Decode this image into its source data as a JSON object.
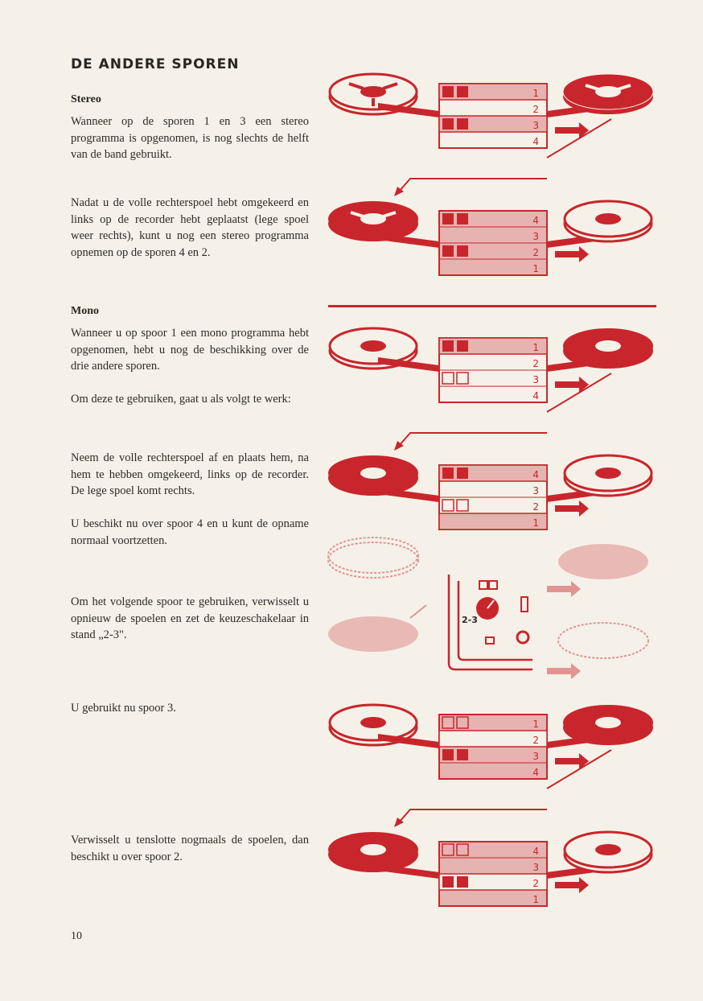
{
  "heading": "DE ANDERE SPOREN",
  "stereo": {
    "title": "Stereo",
    "p1": "Wanneer op de sporen 1 en 3 een stereo programma is opgenomen, is nog slechts de helft van de band gebruikt.",
    "p2": "Nadat u de volle rechterspoel hebt omgekeerd en links op de recorder hebt geplaatst (lege spoel weer rechts), kunt u nog een stereo programma opnemen op de sporen 4 en 2."
  },
  "mono": {
    "title": "Mono",
    "p1": "Wanneer u op spoor 1 een mono programma hebt opgenomen, hebt u nog de beschikking over de drie andere sporen.",
    "p1b": "Om deze te gebruiken, gaat u als volgt te werk:",
    "p2": "Neem de volle rechterspoel af en plaats hem, na hem te hebben omgekeerd, links op de recorder. De lege spoel komt rechts.",
    "p2b": "U beschikt nu over spoor 4 en u kunt de opname normaal voortzetten.",
    "p3": "Om het volgende spoor te gebruiken, verwisselt u opnieuw de spoelen en zet de keuzeschakelaar in stand „2-3\".",
    "p4": "U gebruikt nu spoor 3.",
    "p5": "Verwisselt u tenslotte nogmaals de spoelen, dan beschikt u over spoor 2."
  },
  "diagrams": [
    {
      "tracks": [
        "1",
        "2",
        "3",
        "4"
      ]
    },
    {
      "tracks": [
        "4",
        "3",
        "2",
        "1"
      ]
    },
    {
      "tracks": [
        "1",
        "2",
        "3",
        "4"
      ]
    },
    {
      "tracks": [
        "4",
        "3",
        "2",
        "1"
      ]
    },
    {
      "tracks": [
        "1",
        "2",
        "3",
        "4"
      ]
    },
    {
      "tracks": [
        "4",
        "3",
        "2",
        "1"
      ]
    }
  ],
  "switch_label": "2-3",
  "page_number": "10",
  "colors": {
    "red": "#c8262c",
    "paper": "#f5f1e8",
    "ink": "#2a2624"
  }
}
